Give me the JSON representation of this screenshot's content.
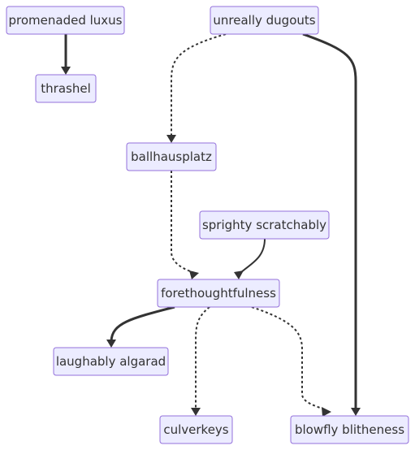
{
  "diagram": {
    "type": "flowchart",
    "direction": "top-down",
    "nodes": [
      {
        "id": "promenaded",
        "label": "promenaded luxus"
      },
      {
        "id": "unreally",
        "label": "unreally dugouts"
      },
      {
        "id": "thrashel",
        "label": "thrashel"
      },
      {
        "id": "ballhausplatz",
        "label": "ballhausplatz"
      },
      {
        "id": "sprighty",
        "label": "sprighty scratchably"
      },
      {
        "id": "forethought",
        "label": "forethoughtfulness"
      },
      {
        "id": "laughably",
        "label": "laughably algarad"
      },
      {
        "id": "culverkeys",
        "label": "culverkeys"
      },
      {
        "id": "blowfly",
        "label": "blowfly blitheness"
      }
    ],
    "edges": [
      {
        "from": "promenaded",
        "to": "thrashel",
        "style": "thick"
      },
      {
        "from": "unreally",
        "to": "ballhausplatz",
        "style": "dotted"
      },
      {
        "from": "unreally",
        "to": "blowfly",
        "style": "thick"
      },
      {
        "from": "ballhausplatz",
        "to": "forethought",
        "style": "dotted"
      },
      {
        "from": "sprighty",
        "to": "forethought",
        "style": "normal"
      },
      {
        "from": "forethought",
        "to": "laughably",
        "style": "thick"
      },
      {
        "from": "forethought",
        "to": "culverkeys",
        "style": "dotted"
      },
      {
        "from": "forethought",
        "to": "blowfly",
        "style": "dotted"
      }
    ],
    "colors": {
      "node_fill": "#ECECFF",
      "node_border": "#9370DB",
      "edge": "#333333",
      "text": "#333333"
    }
  }
}
